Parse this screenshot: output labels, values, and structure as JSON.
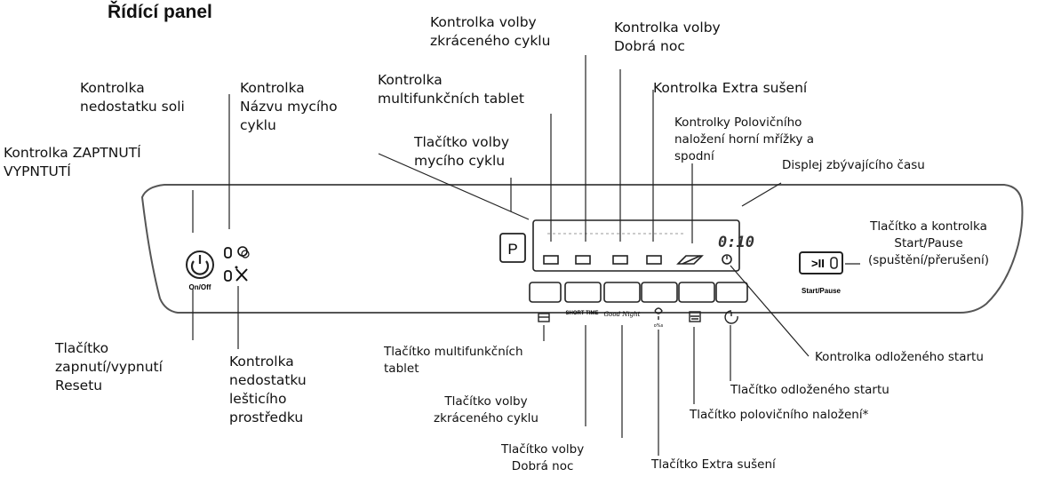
{
  "title": "Řídící panel",
  "labels": {
    "on_off_light": "Kontrolka ZAPTNUTÍ\nVYPNTUTÍ",
    "salt_light": "Kontrolka\nnedostatku soli",
    "cycle_name_light": "Kontrolka\nNázvu mycího\ncyklu",
    "multitab_light": "Kontrolka\nmultifunkčních tablet",
    "cycle_select_button": "Tlačítko volby\nmycího cyklu",
    "short_cycle_light": "Kontrolka volby\nzkráceného cyklu",
    "goodnight_light": "Kontrolka volby\nDobrá noc",
    "extra_dry_light": "Kontrolka Extra sušení",
    "half_load_lights": "Kontrolky Polovičního\nnaložení horní mřížky a\nspodní",
    "time_display": "Displej zbývajícího času",
    "start_pause": "Tlačítko a kontrolka\nStart/Pause\n(spuštění/přerušení)",
    "on_off_button": "Tlačítko\nzapnutí/vypnutí\nResetu",
    "rinse_aid_light": "Kontrolka\nnedostatku\nlešticího\nprostředku",
    "multitab_button": "Tlačítko multifunkčních\ntablet",
    "short_cycle_button": "Tlačítko volby\nzkráceného cyklu",
    "goodnight_button": "Tlačítko volby\nDobrá noc",
    "extra_dry_button": "Tlačítko Extra sušení",
    "half_load_button": "Tlačítko polovičního naložení*",
    "delay_start_button": "Tlačítko odloženého startu",
    "delay_start_light": "Kontrolka odloženého startu"
  },
  "panel": {
    "on_off_text": "On/Off",
    "start_pause_text": "Start/Pause",
    "program_key": "P",
    "display_value": "0:10",
    "short_time_text": "SHORT TIME",
    "good_night_text": "Good Night"
  }
}
